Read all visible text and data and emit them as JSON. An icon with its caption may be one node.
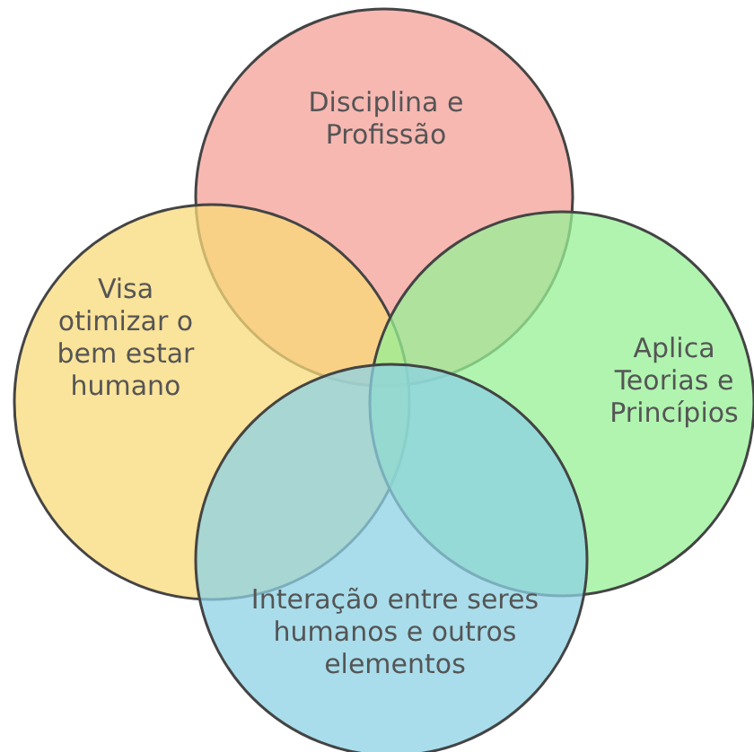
{
  "diagram": {
    "nodes": [
      {
        "text": [
          "Disciplina e Profissão"
        ]
      },
      {
        "text": [
          "Visa otimizar o bem estar humano"
        ]
      },
      {
        "text": [
          "Aplica Teorias e Princípios"
        ]
      },
      {
        "text": [
          "Interação entre seres humanos e outros elementos"
        ]
      }
    ]
  }
}
